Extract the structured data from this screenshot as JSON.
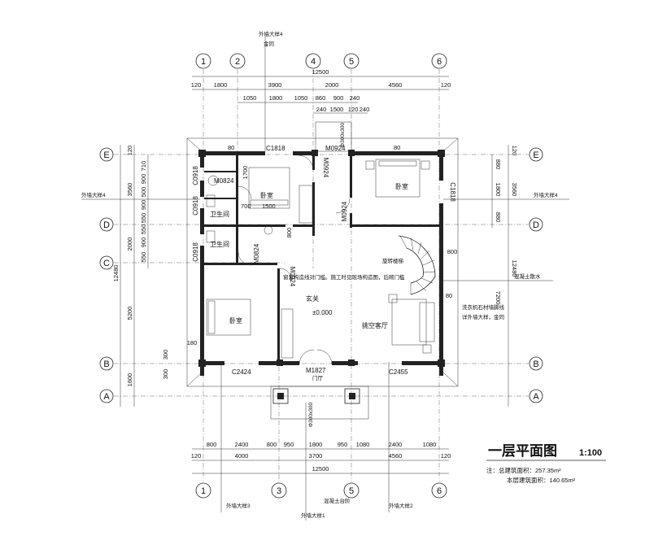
{
  "title": "一层平面图",
  "scale": "1:100",
  "notes": {
    "total_area": "注：总建筑面积：257.35m²",
    "floor_area": "本层建筑面积：140.65m²"
  },
  "axes": {
    "vertical": [
      "1",
      "2",
      "3",
      "4",
      "5",
      "6"
    ],
    "horizontal": [
      "A",
      "B",
      "C",
      "D",
      "E"
    ]
  },
  "dims_top": {
    "overall": "12500",
    "row1": [
      "120",
      "1800",
      "3900",
      "2000",
      "4560",
      "120"
    ],
    "row2": [
      "1050",
      "1800",
      "1050",
      "860",
      "900",
      "240"
    ],
    "row3": [
      "240",
      "1500",
      "120",
      "240"
    ]
  },
  "dims_bottom": {
    "overall": "12500",
    "row1": [
      "800",
      "2400",
      "800",
      "950",
      "1800",
      "950",
      "1080",
      "2400",
      "1080"
    ],
    "row2": [
      "120",
      "4000",
      "3700",
      "4560",
      "120"
    ]
  },
  "dims_left": {
    "overall": "12480",
    "segments": [
      "120",
      "3560",
      "2000",
      "5200",
      "1600"
    ],
    "detail": [
      "710",
      "900",
      "500",
      "900",
      "550",
      "550",
      "900",
      "550",
      "300",
      "300",
      "180"
    ]
  },
  "dims_right": {
    "overall": "12480",
    "segments": [
      "120",
      "880",
      "1800",
      "880",
      "3560",
      "7200"
    ],
    "extra": [
      "800",
      "80"
    ]
  },
  "rooms": {
    "bedroom_nw": "卧室",
    "bedroom_ne": "卧室",
    "bedroom_sw": "卧室",
    "bath_1": "卫生间",
    "bath_2": "卫生间",
    "foyer": "玄关",
    "living": "挑空客厅",
    "stair": "旋转楼梯",
    "elevation": "±0.000",
    "entry": "门厅"
  },
  "openings": {
    "C1818_top": "C1818",
    "C1818_right": "C1818",
    "M0924_a": "M0924",
    "M0924_b": "M0924",
    "M0924_c": "M0924",
    "M0924_d": "M0924",
    "M0824_a": "M0824",
    "M0824_b": "M0824",
    "C0918_a": "C0918",
    "C0918_b": "C0918",
    "C0918_c": "C0918",
    "C2424": "C2424",
    "C2455": "C2455",
    "M1827": "M1827"
  },
  "interior_dims": [
    "1700",
    "700",
    "1500",
    "800",
    "80",
    "80"
  ],
  "annotations": {
    "top_detail": "外墙大样4",
    "left_detail": "外墙大样4",
    "right_detail": "外墙大样4",
    "bottom_detail_1": "外墙大样3",
    "bottom_detail_2": "外墙大样2",
    "bottom_detail_3": "外墙大样1",
    "stair_step": "混凝土台阶",
    "right_callout": "混凝土散水",
    "ref": "金同",
    "long_note": "窗套构造线对门槛。施工时见现场构造图，后砌门槛",
    "column_note_1": "洗衣机石材墙脚线",
    "column_note_2": "详外墙大样，金同",
    "col_pillar": "Φ300x300"
  }
}
